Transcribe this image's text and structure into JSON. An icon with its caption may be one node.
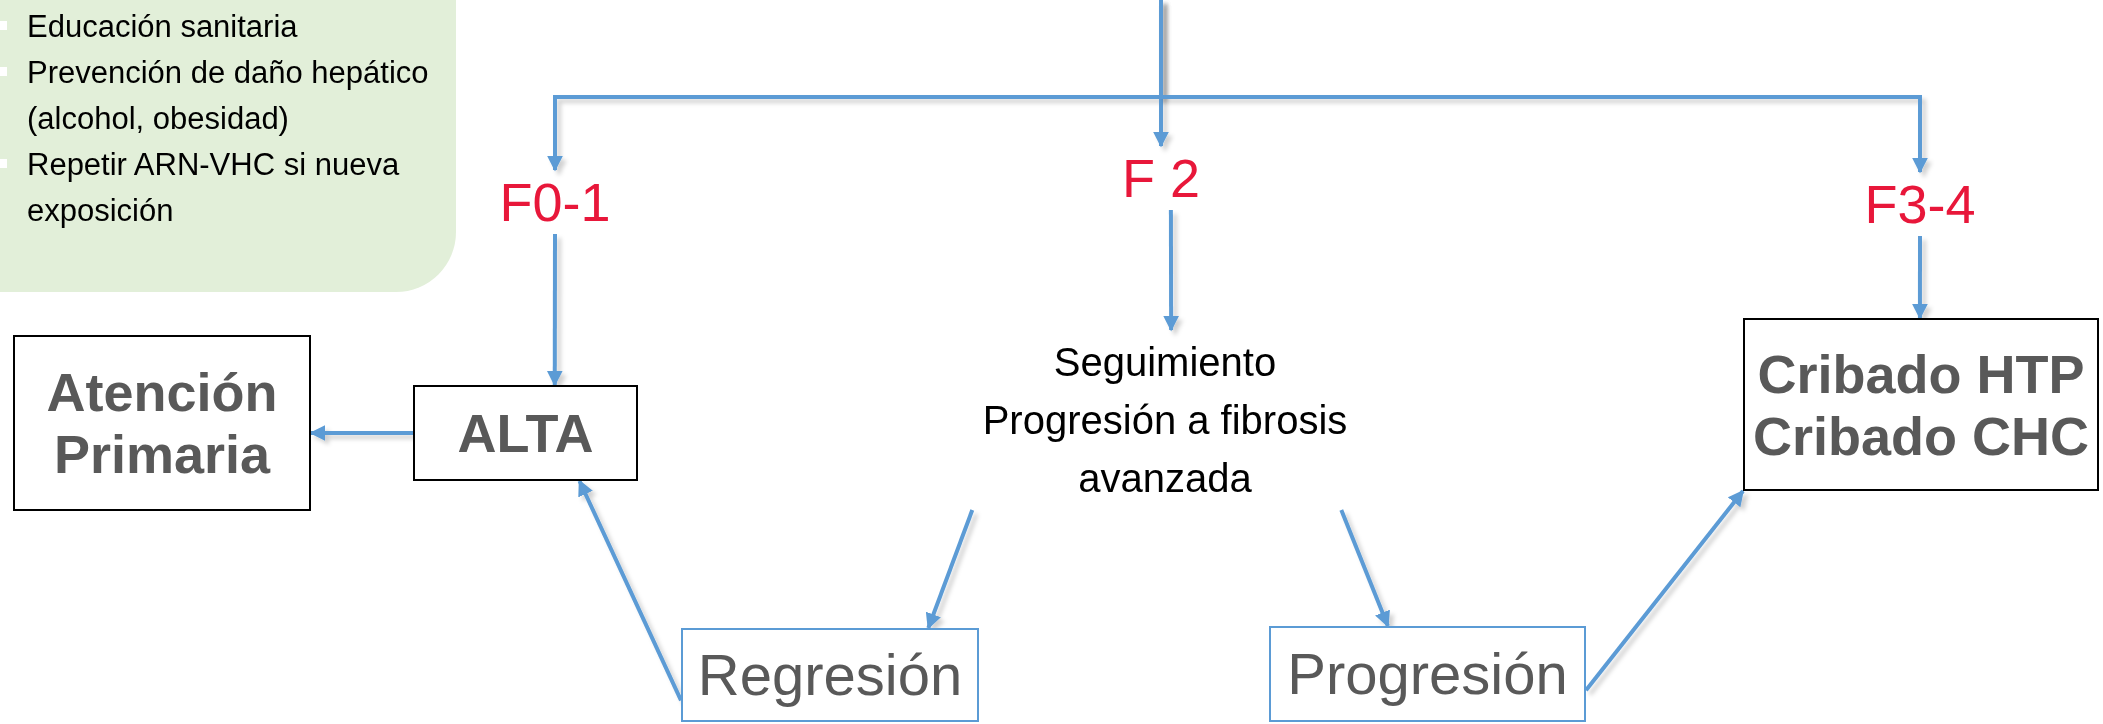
{
  "diagram": {
    "nodes": [
      {
        "text": [
          "Educación sanitaria",
          "Prevención de daño hepático (alcohol, obesidad)",
          "Repetir ARN-VHC si nueva exposición"
        ]
      },
      {
        "text": [
          "F0-1"
        ]
      },
      {
        "text": [
          "F 2"
        ]
      },
      {
        "text": [
          "F3-4"
        ]
      },
      {
        "text": [
          "Atención Primaria"
        ]
      },
      {
        "text": [
          "ALTA"
        ]
      },
      {
        "text": [
          "Seguimiento",
          "Progresión a fibrosis avanzada"
        ]
      },
      {
        "text": [
          "Cribado HTP",
          "Cribado CHC"
        ]
      },
      {
        "text": [
          "Regresión"
        ]
      },
      {
        "text": [
          "Progresión"
        ]
      }
    ],
    "edges": [
      {
        "from": null,
        "to": 1,
        "arrow": "to"
      },
      {
        "from": null,
        "to": 2,
        "arrow": "to"
      },
      {
        "from": null,
        "to": 3,
        "arrow": "to"
      },
      {
        "from": 1,
        "to": 5,
        "arrow": "to"
      },
      {
        "from": 2,
        "to": 6,
        "arrow": "to"
      },
      {
        "from": 3,
        "to": 7,
        "arrow": "to"
      },
      {
        "from": 5,
        "to": 4,
        "arrow": "to"
      },
      {
        "from": 6,
        "to": 8,
        "arrow": "to"
      },
      {
        "from": 8,
        "to": 5,
        "arrow": "to"
      },
      {
        "from": 6,
        "to": 9,
        "arrow": "to"
      },
      {
        "from": 9,
        "to": 7,
        "arrow": "to"
      }
    ]
  }
}
